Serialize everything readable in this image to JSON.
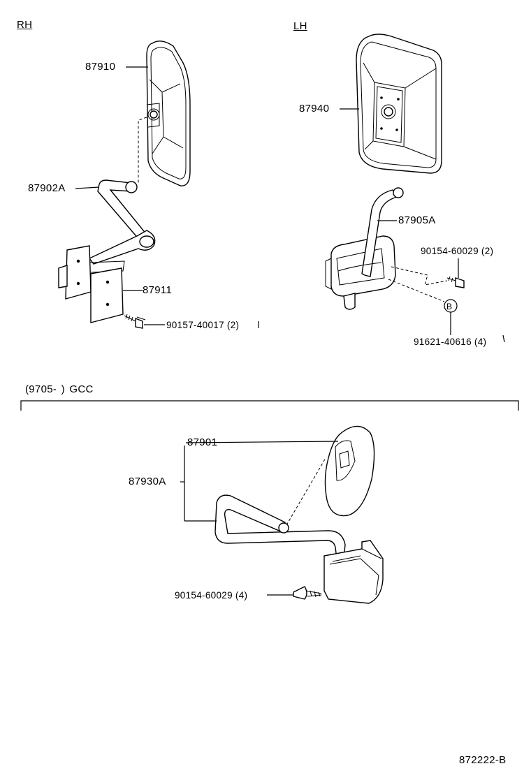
{
  "sections": {
    "rh": "RH",
    "lh": "LH",
    "gcc": "(9705-        ) GCC"
  },
  "labels": {
    "p87910": "87910",
    "p87902A": "87902A",
    "p87911": "87911",
    "p90157": "90157-40017 (2)",
    "p87940": "87940",
    "p87905A": "87905A",
    "p90154_lh": "90154-60029 (2)",
    "p91621": "91621-40616 (4)",
    "callout_b": "B",
    "p87901": "87901",
    "p87930A": "87930A",
    "p90154_gcc": "90154-60029 (4)"
  },
  "figure_id": "872222-B"
}
